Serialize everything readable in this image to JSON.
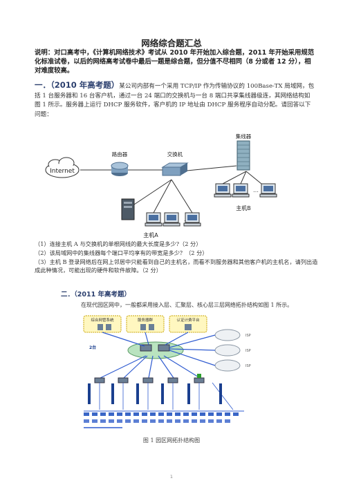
{
  "doc": {
    "title": "网络综合题汇总",
    "note": "说明：对口高考中，《计算机网络技术》考试从 2010 年开始加入综合题，2011 年开始采用规范化标准试卷，以后的网络高考试卷中最后一题是综合题，但分值不尽相同（8 分或者 12 分），相对难度较高。",
    "section1_head": "一．（2010 年高考题）",
    "section1_text": "某公司内部有一个采用 TCP/IP 作为传输协议的 100Base-TX 局域网，包括 1 台服务器和 16 台客户机，通过一台 24 端口的交换机与一台 8 端口共享集线器级连，其网络结构如图 1 所示。服务器上运行 DHCP 服务软件，客户机的 IP 地址由 DHCP 服务程序自动分配。请回答以下问题：",
    "q1": "（1）连接主机 A 与交换机的单根网线的最大长度是多少?（2 分）",
    "q2": "（2）该局域网中的集线器每个端口平均享有的带宽是多少？（2 分）",
    "q3": "（3）主机 B 登录网络后在网上邻居中只能看到自己的主机名，而看不到服务器和其他客户机的主机名，请列出造成此种情况，可能出现的硬件和软件故障。（2 分）",
    "section2_head": "二．（2011 年高考题）",
    "section2_text": "在现代园区网中，一般都采用接入层、汇聚层、核心层三层网络拓扑结构如图 1 所示。",
    "caption": "图 1  园区网拓扑结构图",
    "page_number": "1"
  },
  "figure1": {
    "internet": "Internet",
    "router": "路由器",
    "switch": "交换机",
    "hub": "集线器",
    "hostA": "主机A",
    "hostB": "主机B",
    "dots": "…"
  },
  "figure2": {
    "box1": "综合网管系统",
    "box2": "服务器群",
    "box3": "认证计费平台",
    "label_2t": "2台"
  }
}
